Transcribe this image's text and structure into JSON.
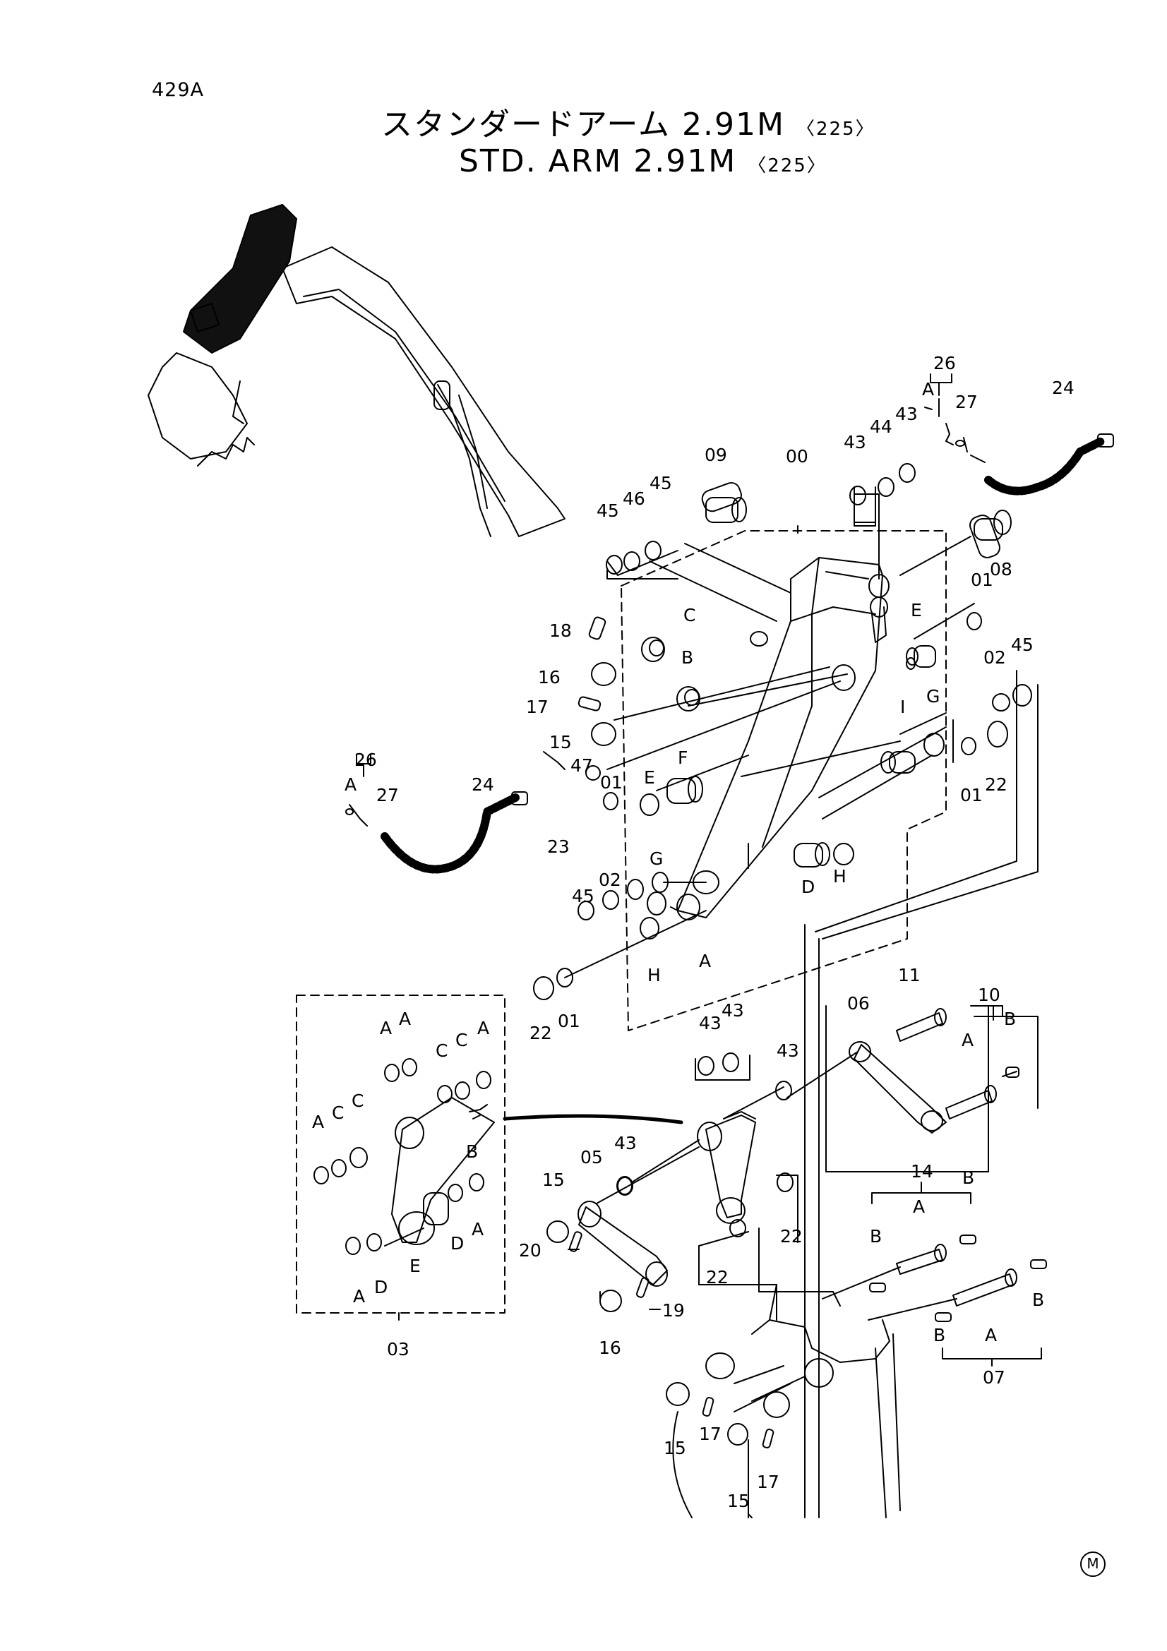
{
  "page_code": "429A",
  "title_jp": "スタンダードアーム 2.91M",
  "title_en": "STD. ARM 2.91M",
  "title_suffix": "〈225〉",
  "corner_mark": "M",
  "callouts": {
    "c00": "00",
    "c01a": "01",
    "c01b": "01",
    "c01c": "01",
    "c01d": "01",
    "c02a": "02",
    "c02b": "02",
    "c03": "03",
    "c05": "05",
    "c06": "06",
    "c07": "07",
    "c08": "08",
    "c09": "09",
    "c10": "10",
    "c11": "11",
    "c14": "14",
    "c15a": "15",
    "c15b": "15",
    "c15c": "15",
    "c15d": "15",
    "c16a": "16",
    "c16b": "16",
    "c17a": "17",
    "c17b": "17",
    "c17c": "17",
    "c18": "18",
    "c19": "19",
    "c20": "20",
    "c22a": "22",
    "c22b": "22",
    "c22c": "22",
    "c22d": "22",
    "c23": "23",
    "c24a": "24",
    "c24b": "24",
    "c26a": "26",
    "c26b": "26",
    "c27a": "27",
    "c27b": "27",
    "c43a": "43",
    "c43b": "43",
    "c43c": "43",
    "c43d": "43",
    "c43e": "43",
    "c43f": "43",
    "c44": "44",
    "c45a": "45",
    "c45b": "45",
    "c45c": "45",
    "c45d": "45",
    "c46": "46",
    "c47": "47",
    "lA1": "A",
    "lA2": "A",
    "lA3": "A",
    "lA4": "A",
    "lA5": "A",
    "lA6": "A",
    "lA7": "A",
    "lA8": "A",
    "lA9": "A",
    "lA10": "A",
    "lA11": "A",
    "lA12": "A",
    "lB1": "B",
    "lB2": "B",
    "lB3": "B",
    "lB4": "B",
    "lB5": "B",
    "lB6": "B",
    "lB7": "B",
    "lC1": "C",
    "lC2": "C",
    "lC3": "C",
    "lC4": "C",
    "lC5": "C",
    "lD1": "D",
    "lD2": "D",
    "lD3": "D",
    "lE1": "E",
    "lE2": "E",
    "lE3": "E",
    "lF1": "F",
    "lG1": "G",
    "lG2": "G",
    "lH1": "H",
    "lH2": "H",
    "lI1": "I"
  },
  "colors": {
    "ink": "#000000",
    "paper": "#ffffff"
  }
}
